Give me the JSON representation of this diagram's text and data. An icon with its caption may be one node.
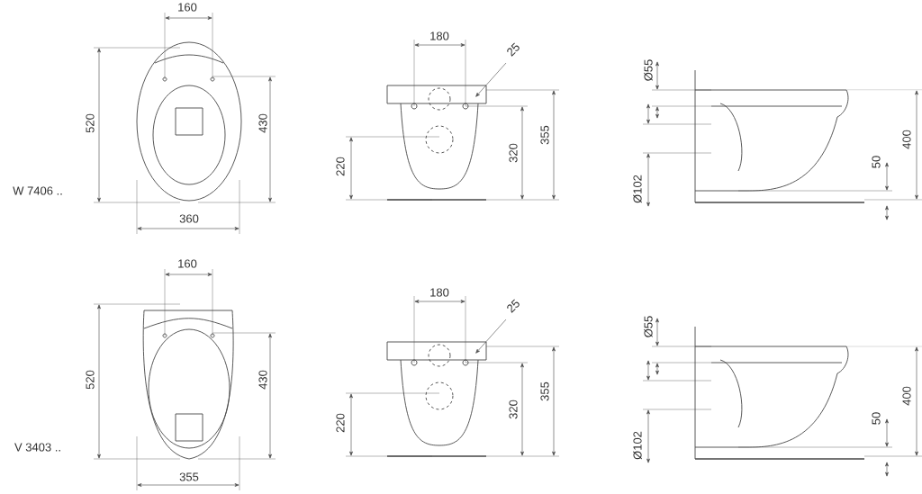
{
  "diagram": {
    "labels": [
      "160",
      "520",
      "430",
      "360",
      "W 7406 ..",
      "180",
      "25",
      "220",
      "320",
      "355",
      "Ø55",
      "Ø102",
      "400",
      "50",
      "160",
      "520",
      "430",
      "355",
      "V 3403 ..",
      "180",
      "25",
      "220",
      "320",
      "355",
      "Ø55",
      "Ø102",
      "400",
      "50"
    ]
  }
}
